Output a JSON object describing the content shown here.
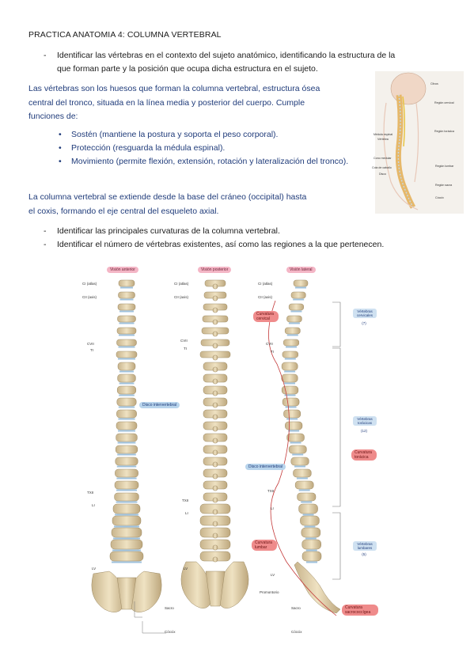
{
  "title": "PRACTICA ANATOMIA 4: COLUMNA VERTEBRAL",
  "objective1_line1": "Identificar las vértebras en el contexto del sujeto anatómico, identificando la estructura de la",
  "objective1_line2": "que forman parte y la posición que ocupa dicha estructura en el sujeto.",
  "intro_line1": "Las vértebras son los huesos que forman la columna vertebral, estructura ósea",
  "intro_line2": "central del tronco, situada en la línea media y posterior del cuerpo. Cumple",
  "intro_line3": "funciones de:",
  "functions": [
    "Sostén (mantiene la postura y soporta el peso corporal).",
    "Protección (resguarda la médula espinal).",
    "Movimiento (permite flexión, extensión, rotación y lateralización del tronco)."
  ],
  "extent_line1": "La columna vertebral se extiende desde la base del cráneo (occipital) hasta",
  "extent_line2": "el coxis, formando el eje central del esqueleto axial.",
  "objective2": "Identificar las principales curvaturas de la columna vertebral.",
  "objective3": "Identificar el número de vértebras existentes, así como las regiones a la que pertenecen.",
  "small_figure": {
    "labels": [
      "Clivus",
      "Región cervical",
      "Médula espinal",
      "Vértebra",
      "Región torácica",
      "Cono medular",
      "Cola de caballo",
      "Disco",
      "Región lumbar",
      "Región sacra",
      "Cóccix"
    ]
  },
  "figure": {
    "view_anterior": "Visión anterior",
    "view_posterior": "Visión posterior",
    "view_lateral": "Visión lateral",
    "ci": "CI (atlas)",
    "cii": "CII (axis)",
    "cvii": "CVII",
    "ti": "TI",
    "txii": "TXII",
    "li": "LI",
    "lv": "LV",
    "disc": "Disco intervertebral",
    "sacro": "Sacro",
    "coccix": "Cóccix",
    "promontorio": "Promontorio",
    "curv_cervical": "Curvatura cervical",
    "curv_toracica": "Curvatura torácica",
    "curv_lumbar": "Curvatura lumbar",
    "curv_sacro": "Curvatura sacrococcígea",
    "reg_cervical": "Vértebras cervicales",
    "reg_cervical_n": "(7)",
    "reg_toracica": "Vértebras torácicas",
    "reg_toracica_n": "(12)",
    "reg_lumbar": "Vértebras lumbares",
    "reg_lumbar_n": "(5)"
  }
}
